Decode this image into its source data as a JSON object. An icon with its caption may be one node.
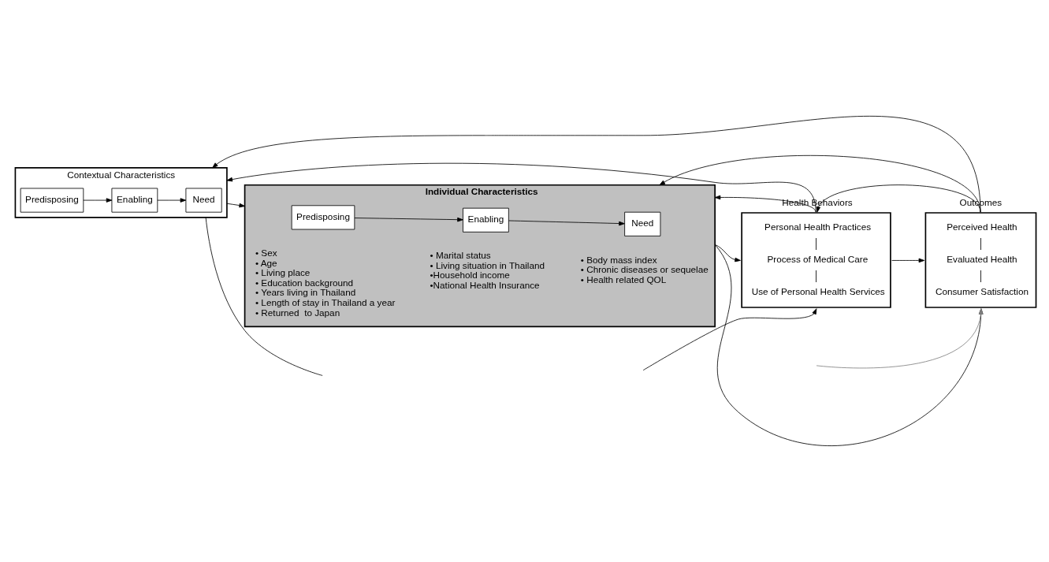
{
  "diagram": {
    "nodes": [
      {
        "text": [
          "Contextual Characteristics"
        ]
      },
      {
        "text": [
          "Predisposing"
        ],
        "in": 0
      },
      {
        "text": [
          "Enabling"
        ],
        "in": 0
      },
      {
        "text": [
          "Need"
        ],
        "in": 0
      },
      {
        "text": [
          "Individual Characteristics"
        ]
      },
      {
        "text": [
          "Predisposing"
        ],
        "in": 4,
        "beside": [
          "• Sex",
          "• Age",
          "• Living place",
          "• Education background",
          "• Years living in Thailand",
          "• Length of stay in Thailand a year",
          "• Returned  to Japan"
        ]
      },
      {
        "text": [
          "Enabling"
        ],
        "in": 4,
        "beside": [
          "• Marital status",
          "• Living situation in Thailand",
          "•Household income",
          "•National Health Insurance"
        ]
      },
      {
        "text": [
          "Need"
        ],
        "in": 4,
        "beside": [
          "• Body mass index",
          "• Chronic diseases or sequelae",
          "• Health related QOL"
        ]
      },
      {
        "text": [
          "Health Behaviors",
          "Personal Health Practices",
          "Process of Medical Care",
          "Use of Personal Health Services"
        ]
      },
      {
        "text": [
          "Outcomes",
          "Perceived Health",
          "Evaluated Health",
          "Consumer Satisfaction"
        ]
      }
    ],
    "edges": [
      {
        "from": 1,
        "to": 2,
        "arrow": "to"
      },
      {
        "from": 2,
        "to": 3,
        "arrow": "to"
      },
      {
        "from": 5,
        "to": 6,
        "arrow": "to"
      },
      {
        "from": 6,
        "to": 7,
        "arrow": "to"
      },
      {
        "from": 0,
        "to": 4,
        "arrow": "to"
      },
      {
        "from": 4,
        "to": 8,
        "arrow": "to"
      },
      {
        "from": 8,
        "to": 9,
        "arrow": "to"
      },
      {
        "from": 9,
        "to": 0,
        "arrow": "to"
      },
      {
        "from": 9,
        "to": 4,
        "arrow": "to"
      },
      {
        "from": 9,
        "to": 8,
        "arrow": "to"
      },
      {
        "from": 8,
        "to": 0,
        "arrow": "to"
      },
      {
        "from": 8,
        "to": 4,
        "arrow": "to"
      },
      {
        "from": 0,
        "to": null,
        "arrow": "none"
      },
      {
        "from": 4,
        "to": 9,
        "arrow": "to"
      },
      {
        "from": null,
        "to": 8,
        "arrow": "to"
      },
      {
        "from": null,
        "to": 9,
        "arrow": "to",
        "color": "#808080"
      }
    ]
  }
}
